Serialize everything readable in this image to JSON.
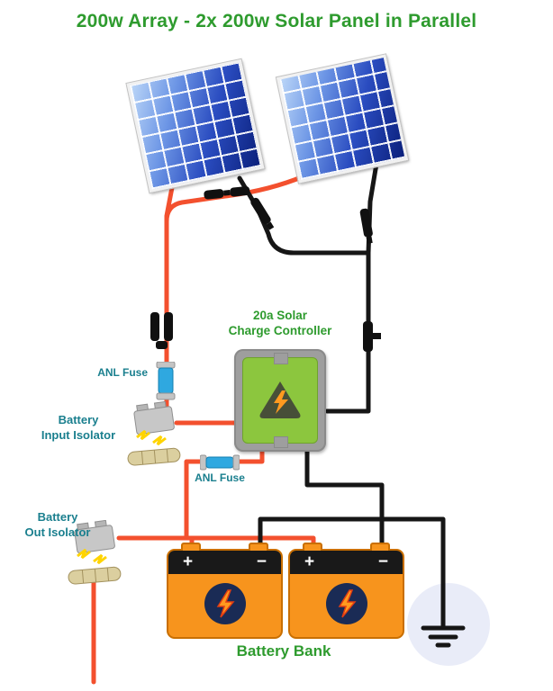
{
  "title": "200w Array - 2x 200w Solar Panel in Parallel",
  "controller": {
    "label_line1": "20a Solar",
    "label_line2": "Charge Controller"
  },
  "fuses": {
    "input_label": "ANL Fuse",
    "battery_label": "ANL Fuse"
  },
  "isolators": {
    "input": {
      "line1": "Battery",
      "line2": "Input Isolator"
    },
    "out": {
      "line1": "Battery",
      "line2": "Out Isolator"
    }
  },
  "battery_bank": {
    "label": "Battery Bank",
    "plus": "+",
    "minus": "−"
  },
  "colors": {
    "title_green": "#2e9b2e",
    "label_teal": "#1a7f8e",
    "wire_red": "#f3502e",
    "wire_black": "#161616",
    "panel_blue_dark": "#0a1f7a",
    "panel_blue_light": "#bcd7f8",
    "controller_green": "#8cc63e",
    "battery_orange": "#f7941d",
    "bolt_orange": "#ff9a1f",
    "fuse_blue": "#2fa8e0",
    "ground_circle_bg": "#e9ecf8",
    "spark_yellow": "#ffd400"
  }
}
